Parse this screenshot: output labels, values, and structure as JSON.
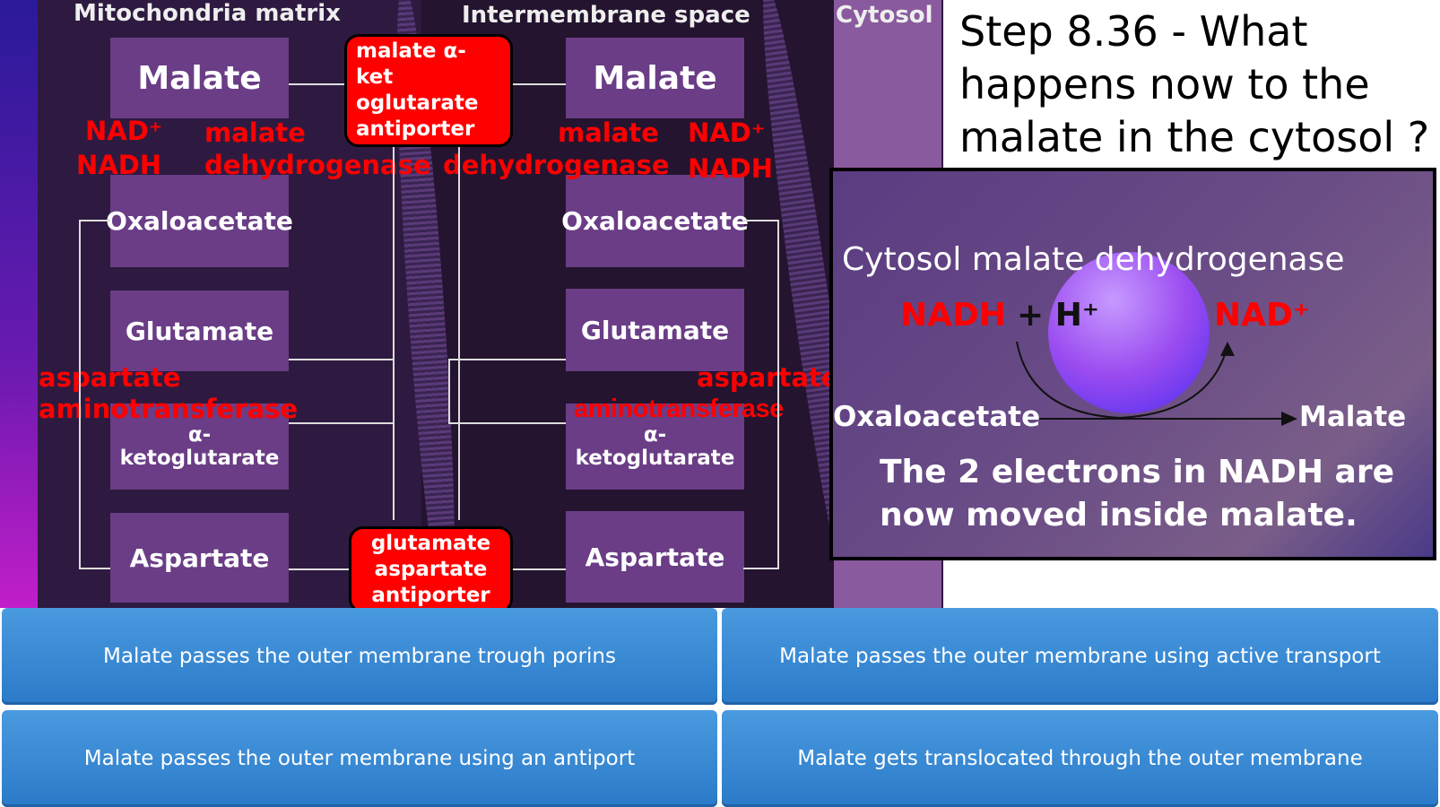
{
  "diagram": {
    "regions": {
      "matrix": "Mitochondria matrix",
      "ims": "Intermembrane space",
      "cytosol": "Cytosol"
    },
    "left": {
      "malate": "Malate",
      "oxaloacetate": "Oxaloacetate",
      "glutamate": "Glutamate",
      "aketoglutarate": "α-ketoglutarate",
      "aspartate": "Aspartate",
      "nad": "NAD⁺",
      "nadh": "NADH",
      "mdh1": "malate",
      "mdh2": "dehydrogenase",
      "ast1": "aspartate",
      "ast2": "aminotransferase"
    },
    "right": {
      "malate": "Malate",
      "oxaloacetate": "Oxaloacetate",
      "glutamate": "Glutamate",
      "aketoglutarate": "α-ketoglutarate",
      "aspartate": "Aspartate",
      "nad": "NAD⁺",
      "nadh": "NADH",
      "mdh1": "malate",
      "mdh2": "dehydrogenase",
      "ast1": "aspartate",
      "ast2": "aminotransferase"
    },
    "porter1": [
      "malate α-ket",
      "oglutarate",
      "antiporter"
    ],
    "porter2": [
      "glutamate",
      "aspartate",
      "antiporter"
    ]
  },
  "question": "Step 8.36 - What happens now to the malate in the cytosol ?",
  "panel": {
    "title": "Cytosol malate dehydrogenase",
    "nadh": "NADH",
    "plus_h": "+ H⁺",
    "nad": "NAD⁺",
    "substrate": "Oxaloacetate",
    "product": "Malate",
    "caption": "The 2 electrons in NADH are now moved inside malate."
  },
  "answers": [
    "Malate passes the outer membrane trough porins",
    "Malate passes the outer membrane using active transport",
    "Malate passes the outer membrane using an antiport",
    "Malate gets translocated through the outer membrane"
  ]
}
